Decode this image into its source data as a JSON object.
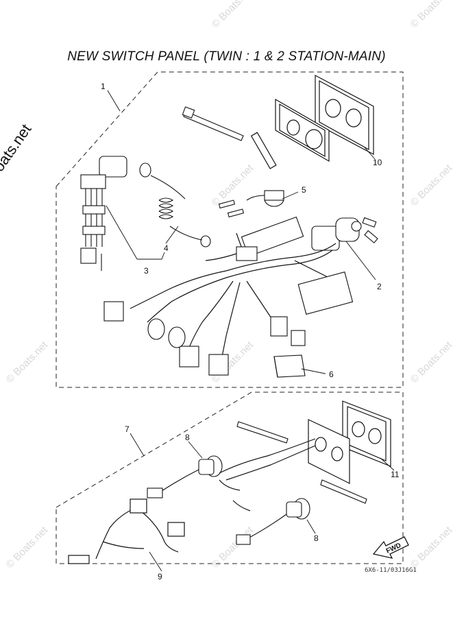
{
  "title": "NEW SWITCH PANEL (TWIN : 1 & 2 STATION-MAIN)",
  "watermark": "© Boats.net",
  "faint_watermark": "© Boats.net",
  "fwd_label": "FWD",
  "diagram_code": "6X6-11/03J16G1",
  "callouts": {
    "c1": "1",
    "c2": "2",
    "c3": "3",
    "c4": "4",
    "c5": "5",
    "c6": "6",
    "c7": "7",
    "c8a": "8",
    "c8b": "8",
    "c9": "9",
    "c10": "10",
    "c11": "11"
  }
}
